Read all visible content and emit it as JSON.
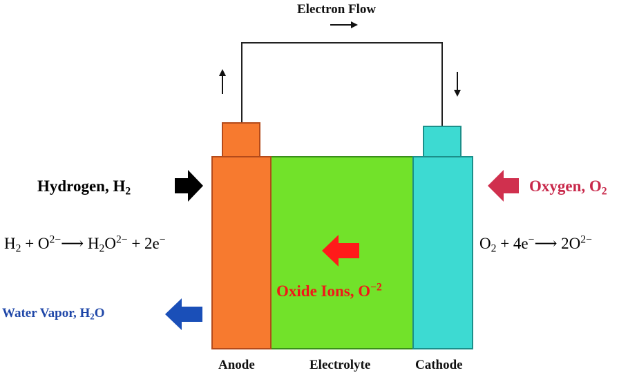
{
  "title": "Electron Flow",
  "parts": {
    "anode": "Anode",
    "electrolyte": "Electrolyte",
    "cathode": "Cathode"
  },
  "inputs": {
    "hydrogen": {
      "text": "Hydrogen, H",
      "sub": "2"
    },
    "oxygen": {
      "text": "Oxygen, O",
      "sub": "2"
    }
  },
  "outputs": {
    "water": {
      "text": "Water Vapor, H",
      "sub": "2",
      "tail": "O"
    }
  },
  "ions": {
    "text": "Oxide Ions, O",
    "sup": "−",
    "sup2": "2"
  },
  "reactions": {
    "anode": {
      "h": "H",
      "h_sub": "2",
      "plus": " + O",
      "o_sup": "2−",
      "arrow": "⟶",
      "prod": " H",
      "prod_sub": "2",
      "prod_o": "O",
      "prod_sup": "2−",
      "tail": " + 2e",
      "e_sup": "−"
    },
    "cathode": {
      "o": "O",
      "o_sub": "2",
      "plus": " + 4e",
      "e_sup": "−",
      "arrow": "⟶",
      "prod": " 2O",
      "prod_sup": "2−"
    }
  },
  "colors": {
    "anode": "#f77a2f",
    "electrolyte": "#72e22a",
    "cathode": "#3ddad2",
    "hydrogen_arrow": "#000000",
    "oxygen_arrow": "#d0304e",
    "oxygen_text": "#c8284a",
    "ion_arrow": "#ff1a1a",
    "ion_text": "#f01818",
    "water_arrow": "#1a4fb8",
    "water_text": "#1f47a8",
    "wire": "#222222"
  },
  "icons": {
    "electron_flow": "right-arrow-icon",
    "anode_wire": "up-arrow-icon",
    "cathode_wire": "down-arrow-icon",
    "hydrogen": "right-block-arrow-icon",
    "oxygen": "left-block-arrow-icon",
    "ions": "left-block-arrow-icon",
    "water": "left-block-arrow-icon"
  }
}
